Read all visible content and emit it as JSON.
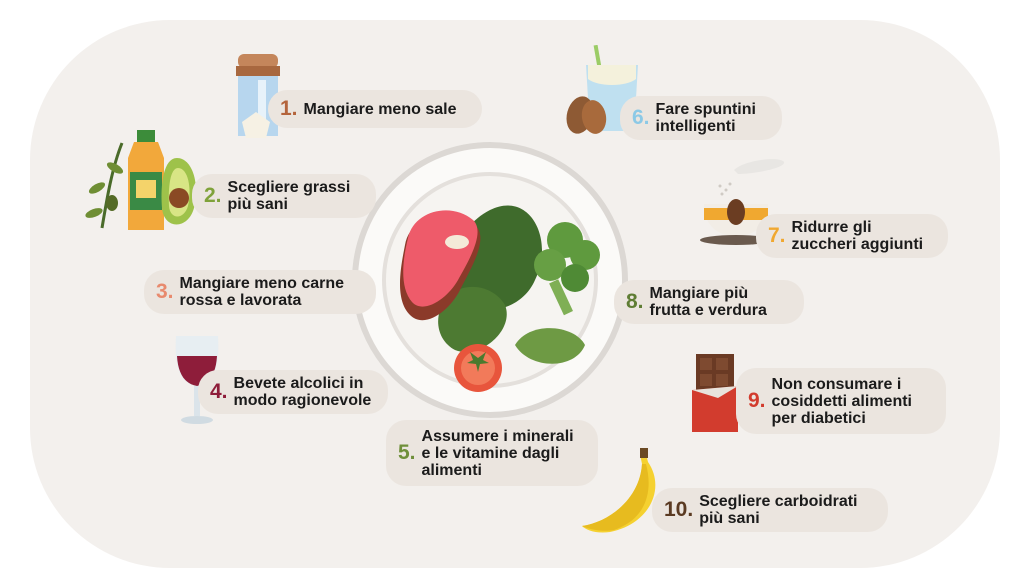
{
  "tips": [
    {
      "number": "1.",
      "text": "Mangiare meno sale",
      "color": "#b4643c",
      "icon": "salt-shaker-icon"
    },
    {
      "number": "2.",
      "text": "Scegliere grassi più sani",
      "color": "#7fa23a",
      "icon": "olive-oil-avocado-icon"
    },
    {
      "number": "3.",
      "text": "Mangiare meno carne rossa e lavorata",
      "color": "#e88a6e",
      "icon": "steak-icon"
    },
    {
      "number": "4.",
      "text": "Bevete alcolici in modo ragionevole",
      "color": "#8e1d3a",
      "icon": "wine-glass-icon"
    },
    {
      "number": "5.",
      "text": "Assumere i minerali e le vitamine dagli alimenti",
      "color": "#6f8f3a",
      "icon": "plate-icon"
    },
    {
      "number": "6.",
      "text": "Fare spuntini intelligenti",
      "color": "#8cc9e6",
      "icon": "yogurt-almond-icon"
    },
    {
      "number": "7.",
      "text": "Ridurre gli zuccheri aggiunti",
      "color": "#f0a830",
      "icon": "coffee-sugar-icon"
    },
    {
      "number": "8.",
      "text": "Mangiare più frutta e verdura",
      "color": "#5f7d34",
      "icon": "broccoli-icon"
    },
    {
      "number": "9.",
      "text": "Non consumare i cosiddetti alimenti per diabetici",
      "color": "#d23c2e",
      "icon": "chocolate-icon"
    },
    {
      "number": "10.",
      "text": "Scegliere carboidrati più sani",
      "color": "#5a3a22",
      "icon": "banana-icon"
    }
  ]
}
